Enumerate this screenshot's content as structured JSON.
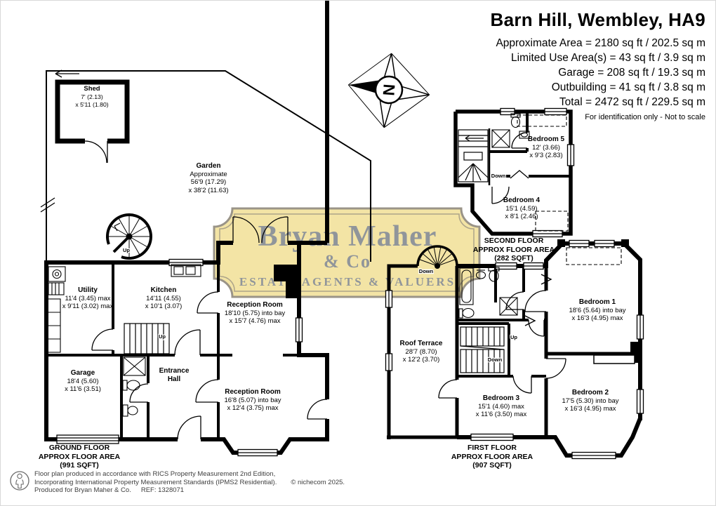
{
  "header": {
    "title": "Barn Hill, Wembley, HA9",
    "area_lines": [
      "Approximate Area = 2180 sq ft / 202.5 sq m",
      "Limited Use Area(s) = 43 sq ft / 3.9 sq m",
      "Garage = 208 sq ft / 19.3 sq m",
      "Outbuilding = 41 sq ft / 3.8 sq m",
      "Total = 2472 sq ft / 229.5 sq m"
    ],
    "note": "For identification only - Not to scale"
  },
  "logo": {
    "name": "Bryan Maher",
    "suffix": "& Co",
    "tagline": "ESTATE AGENTS & VALUERS"
  },
  "compass": {
    "letter": "N"
  },
  "rooms": {
    "shed": {
      "name": "Shed",
      "dim1": "7' (2.13)",
      "dim2": "x 5'11 (1.80)"
    },
    "garden": {
      "name": "Garden",
      "note": "Approximate",
      "dim1": "56'9 (17.29)",
      "dim2": "x 38'2 (11.63)"
    },
    "utility": {
      "name": "Utility",
      "dim1": "11'4 (3.45) max",
      "dim2": "x 9'11 (3.02) max"
    },
    "kitchen": {
      "name": "Kitchen",
      "dim1": "14'11 (4.55)",
      "dim2": "x 10'1 (3.07)"
    },
    "reception1": {
      "name": "Reception Room",
      "dim1": "18'10 (5.75) into bay",
      "dim2": "x 15'7 (4.76) max"
    },
    "reception2": {
      "name": "Reception Room",
      "dim1": "16'8 (5.07) into bay",
      "dim2": "x 12'4 (3.75) max"
    },
    "garage": {
      "name": "Garage",
      "dim1": "18'4 (5.60)",
      "dim2": "x 11'6 (3.51)"
    },
    "entrance_hall": {
      "line1": "Entrance",
      "line2": "Hall"
    },
    "roof_terrace": {
      "name": "Roof Terrace",
      "dim1": "28'7 (8.70)",
      "dim2": "x 12'2 (3.70)"
    },
    "bedroom1": {
      "name": "Bedroom 1",
      "dim1": "18'6 (5.64) into bay",
      "dim2": "x 16'3 (4.95) max"
    },
    "bedroom2": {
      "name": "Bedroom 2",
      "dim1": "17'5 (5.30) into bay",
      "dim2": "x 16'3 (4.95) max"
    },
    "bedroom3": {
      "name": "Bedroom 3",
      "dim1": "15'1 (4.60) max",
      "dim2": "x 11'6 (3.50) max"
    },
    "bedroom4": {
      "name": "Bedroom 4",
      "dim1": "15'1 (4.59)",
      "dim2": "x 8'1 (2.46)"
    },
    "bedroom5": {
      "name": "Bedroom 5",
      "dim1": "12' (3.66)",
      "dim2": "x 9'3 (2.83)"
    }
  },
  "floors": {
    "ground": {
      "line1": "GROUND FLOOR",
      "line2": "APPROX FLOOR AREA",
      "line3": "(991 SQFT)"
    },
    "first": {
      "line1": "FIRST FLOOR",
      "line2": "APPROX FLOOR AREA",
      "line3": "(907 SQFT)"
    },
    "second": {
      "line1": "SECOND FLOOR",
      "line2": "APPROX FLOOR AREA",
      "line3": "(282 SQFT)"
    }
  },
  "stair_labels": {
    "garden_up": "Up",
    "ground_up": "Up",
    "first_up": "Up",
    "first_down": "Down",
    "terrace_down": "Down",
    "second_down": "Down"
  },
  "footer": {
    "line1": "Floor plan produced in accordance with RICS Property Measurement 2nd Edition,",
    "line2": "Incorporating International Property Measurement Standards (IPMS2 Residential).",
    "copyright": "© nichecom 2025.",
    "line3": "Produced for Bryan Maher & Co.",
    "ref": "REF: 1328071"
  },
  "colors": {
    "wall": "#000000",
    "plaque_fill": "#f3e4a5",
    "plaque_border": "#9a9488",
    "plaque_inner_border": "#aca389",
    "logo_text": "#90959a",
    "footer_text": "#3e3e3e"
  }
}
